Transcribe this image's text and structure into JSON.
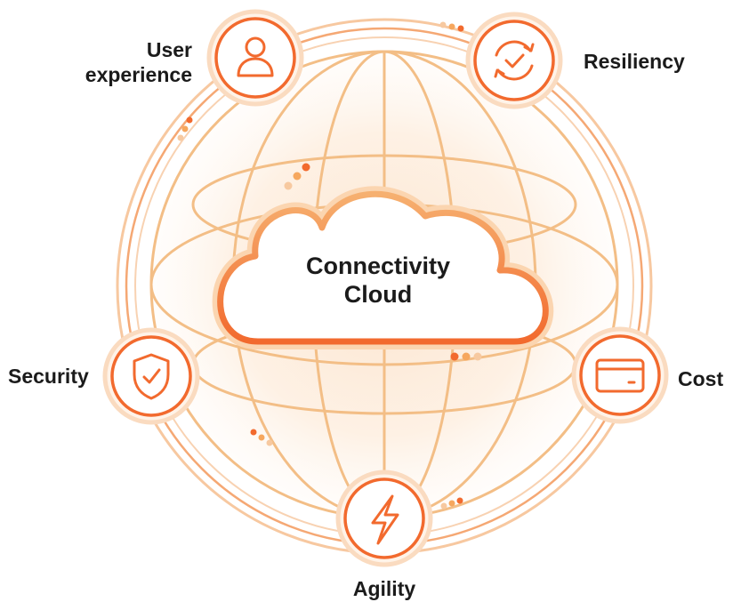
{
  "center": {
    "line1": "Connectivity",
    "line2": "Cloud"
  },
  "nodes": {
    "user_experience": {
      "line1": "User",
      "line2": "experience",
      "icon": "user-icon"
    },
    "resiliency": {
      "label": "Resiliency",
      "icon": "refresh-check-icon"
    },
    "security": {
      "label": "Security",
      "icon": "shield-check-icon"
    },
    "cost": {
      "label": "Cost",
      "icon": "credit-card-icon"
    },
    "agility": {
      "label": "Agility",
      "icon": "lightning-bolt-icon"
    }
  },
  "colors": {
    "accent": "#F26A2E",
    "accent_light": "#F6A75E",
    "ring": "#F5B98A",
    "globe_fill": "#FDEBD9"
  }
}
